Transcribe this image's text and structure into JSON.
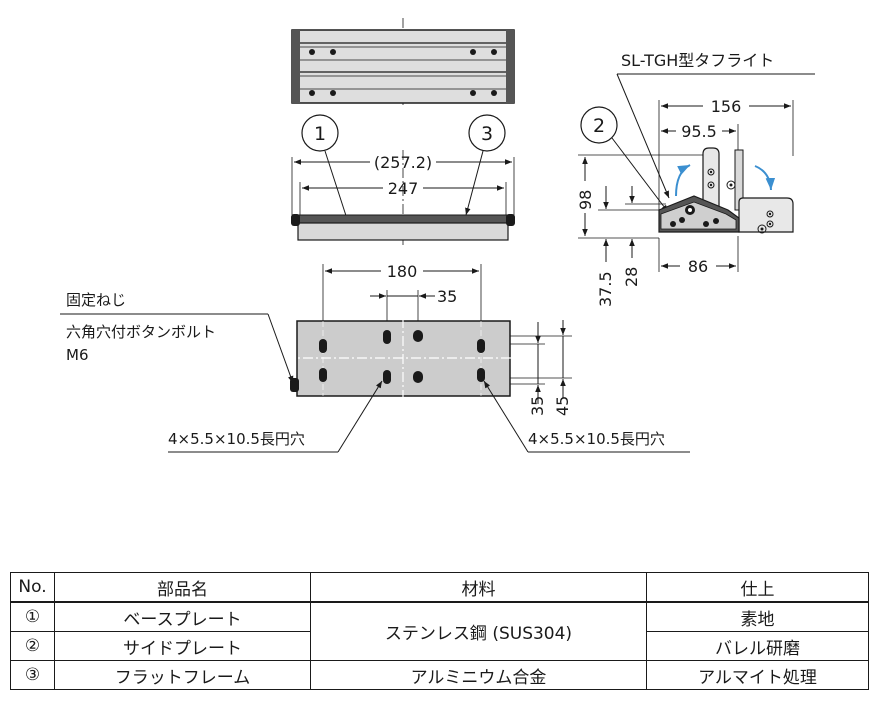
{
  "drawing": {
    "top_view": {
      "callout_1": "1",
      "callout_3": "3"
    },
    "front_view": {
      "outer_width": "(257.2)",
      "inner_width": "247"
    },
    "base_view": {
      "hole_pitch_wide": "180",
      "hole_pitch_narrow": "35",
      "hole_vertical_35": "35",
      "hole_vertical_45": "45",
      "screw_label_line1": "固定ねじ",
      "screw_label_line2": "六角穴付ボタンボルト",
      "screw_label_line3": "M6",
      "slot_left": "4×5.5×10.5長円穴",
      "slot_right": "4×5.5×10.5長円穴"
    },
    "side_view": {
      "product_label": "SL-TGH型タフライト",
      "callout_2": "2",
      "dim_156": "156",
      "dim_95_5": "95.5",
      "dim_98": "98",
      "dim_37_5": "37.5",
      "dim_28": "28",
      "dim_86": "86"
    }
  },
  "parts_table": {
    "headers": [
      "No.",
      "部品名",
      "材料",
      "仕上"
    ],
    "rows": [
      {
        "no": "①",
        "name": "ベースプレート",
        "finish": "素地"
      },
      {
        "no": "②",
        "name": "サイドプレート",
        "finish": "バレル研磨"
      },
      {
        "no": "③",
        "name": "フラットフレーム",
        "material": "アルミニウム合金",
        "finish": "アルマイト処理"
      }
    ],
    "shared_material": "ステンレス鋼 (SUS304)"
  },
  "colors": {
    "line": "#1a1a1a",
    "frame_fill": "#d9d9d9",
    "base_fill": "#cccccc",
    "arrow_blue": "#3b8fd0"
  }
}
